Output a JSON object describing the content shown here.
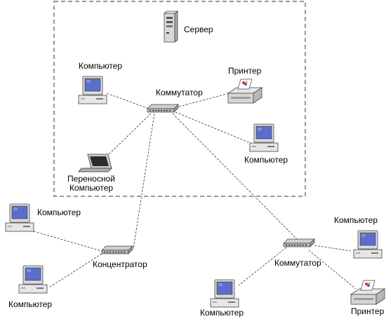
{
  "labels": {
    "server": "Сервер",
    "pc_top": "Компьютер",
    "printer_top": "Принтер",
    "switch_top": "Коммутатор",
    "pc_right": "Компьютер",
    "laptop_line1": "Переносной",
    "laptop_line2": "Компьютер",
    "pc_left1": "Компьютер",
    "hub": "Концентратор",
    "pc_left2": "Компьютер",
    "switch_bottom": "Коммутатор",
    "pc_bottom_right": "Компьютер",
    "pc_bottom_mid": "Компьютер",
    "printer_bottom": "Принтер"
  },
  "icons": {
    "server": "server-tower-icon",
    "computer": "desktop-computer-icon",
    "printer": "printer-icon",
    "switch": "network-switch-icon",
    "hub": "network-hub-icon",
    "laptop": "laptop-icon"
  },
  "colors": {
    "screen": "#5b6fc9",
    "device_body": "#e8e8e8",
    "outline": "#444444",
    "lines": "#333333"
  }
}
